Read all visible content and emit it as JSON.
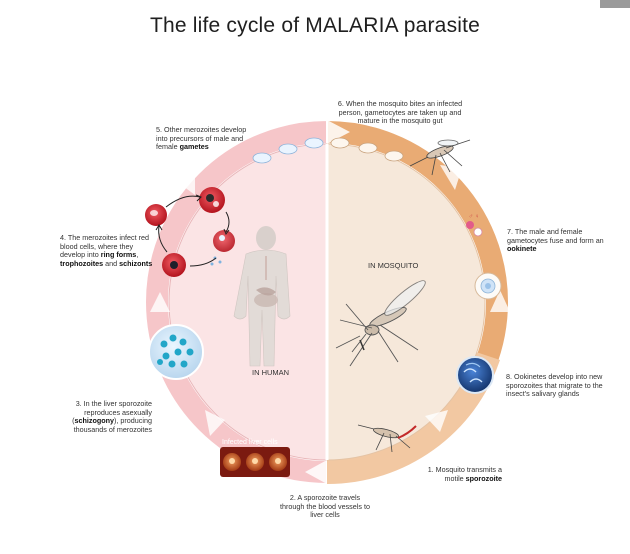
{
  "title": "The life cycle of MALARIA parasite",
  "zones": {
    "human": "IN HUMAN",
    "mosquito": "IN MOSQUITO",
    "liver": "Infected liver cells"
  },
  "steps": {
    "s1": {
      "pre": "1. Mosquito transmits a motile ",
      "bold": "sporozoite",
      "post": ""
    },
    "s2": {
      "pre": "2. A sporozoite travels through the blood vessels to liver cells",
      "bold": "",
      "post": ""
    },
    "s3": {
      "pre": "3. In the liver sporozoite reproduces asexually (",
      "bold": "schizogony",
      "post": "), producing thousands of merozoites"
    },
    "s4": {
      "pre": "4. The merozoites infect red blood cells, where they develop into ",
      "bold": "ring forms",
      "mid": ", ",
      "bold2": "trophozoites",
      "mid2": " and ",
      "bold3": "schizonts"
    },
    "s5": {
      "pre": "5. Other merozoites develop into precursors of male and female ",
      "bold": "gametes",
      "post": ""
    },
    "s6": {
      "pre": "6. When the mosquito bites an infected person, gametocytes are taken up and mature in the mosquito gut",
      "bold": "",
      "post": ""
    },
    "s7": {
      "pre": "7. The male and female gametocytes fuse and form an ",
      "bold": "ookinete",
      "post": ""
    },
    "s8": {
      "pre": "8. Ookinetes develop into new sporozoites that migrate to the insect's salivary glands",
      "bold": "",
      "post": ""
    }
  },
  "colors": {
    "ring_human": "#f6c6c9",
    "ring_mosquito": "#e7a56c",
    "inner_human": "#fbe3e4",
    "inner_mosquito": "#f5e6d6",
    "cell_red": "#d8202b"
  }
}
